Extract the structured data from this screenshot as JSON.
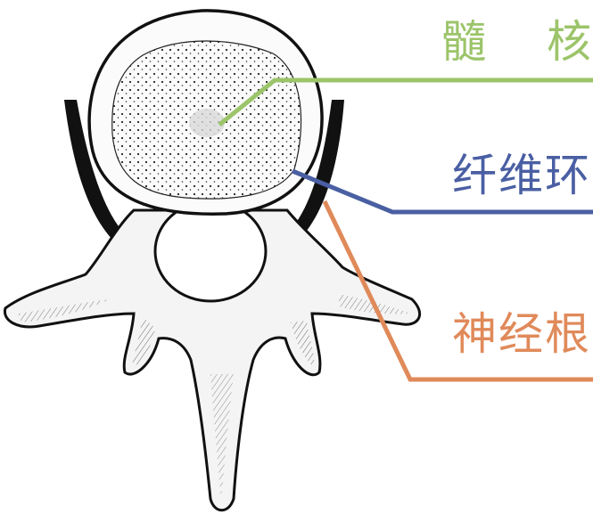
{
  "labels": {
    "nucleus": "髓 核",
    "annulus": "纤维环",
    "nerve_root": "神经根"
  },
  "colors": {
    "nucleus": "#9cc46a",
    "annulus": "#4a5fa3",
    "nerve_root": "#e08a5a",
    "outline": "#111111"
  }
}
